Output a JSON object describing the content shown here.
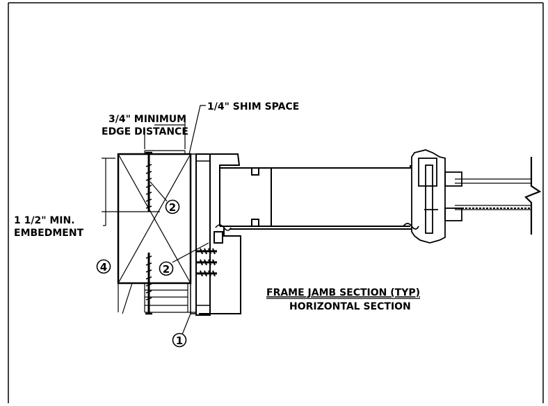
{
  "labels": {
    "edge_line1": "3/4\" MINIMUM",
    "edge_line2": "EDGE DISTANCE",
    "shim": "1/4\" SHIM SPACE",
    "embed_line1": "1 1/2\" MIN.",
    "embed_line2": "EMBEDMENT",
    "title": "FRAME JAMB SECTION (TYP)",
    "subtitle": "HORIZONTAL SECTION"
  },
  "callouts": {
    "fastener_upper": "2",
    "fastener_lower": "2",
    "wood_buck": "4",
    "frame": "1"
  },
  "colors": {
    "ink": "#000000",
    "paper": "#ffffff"
  }
}
